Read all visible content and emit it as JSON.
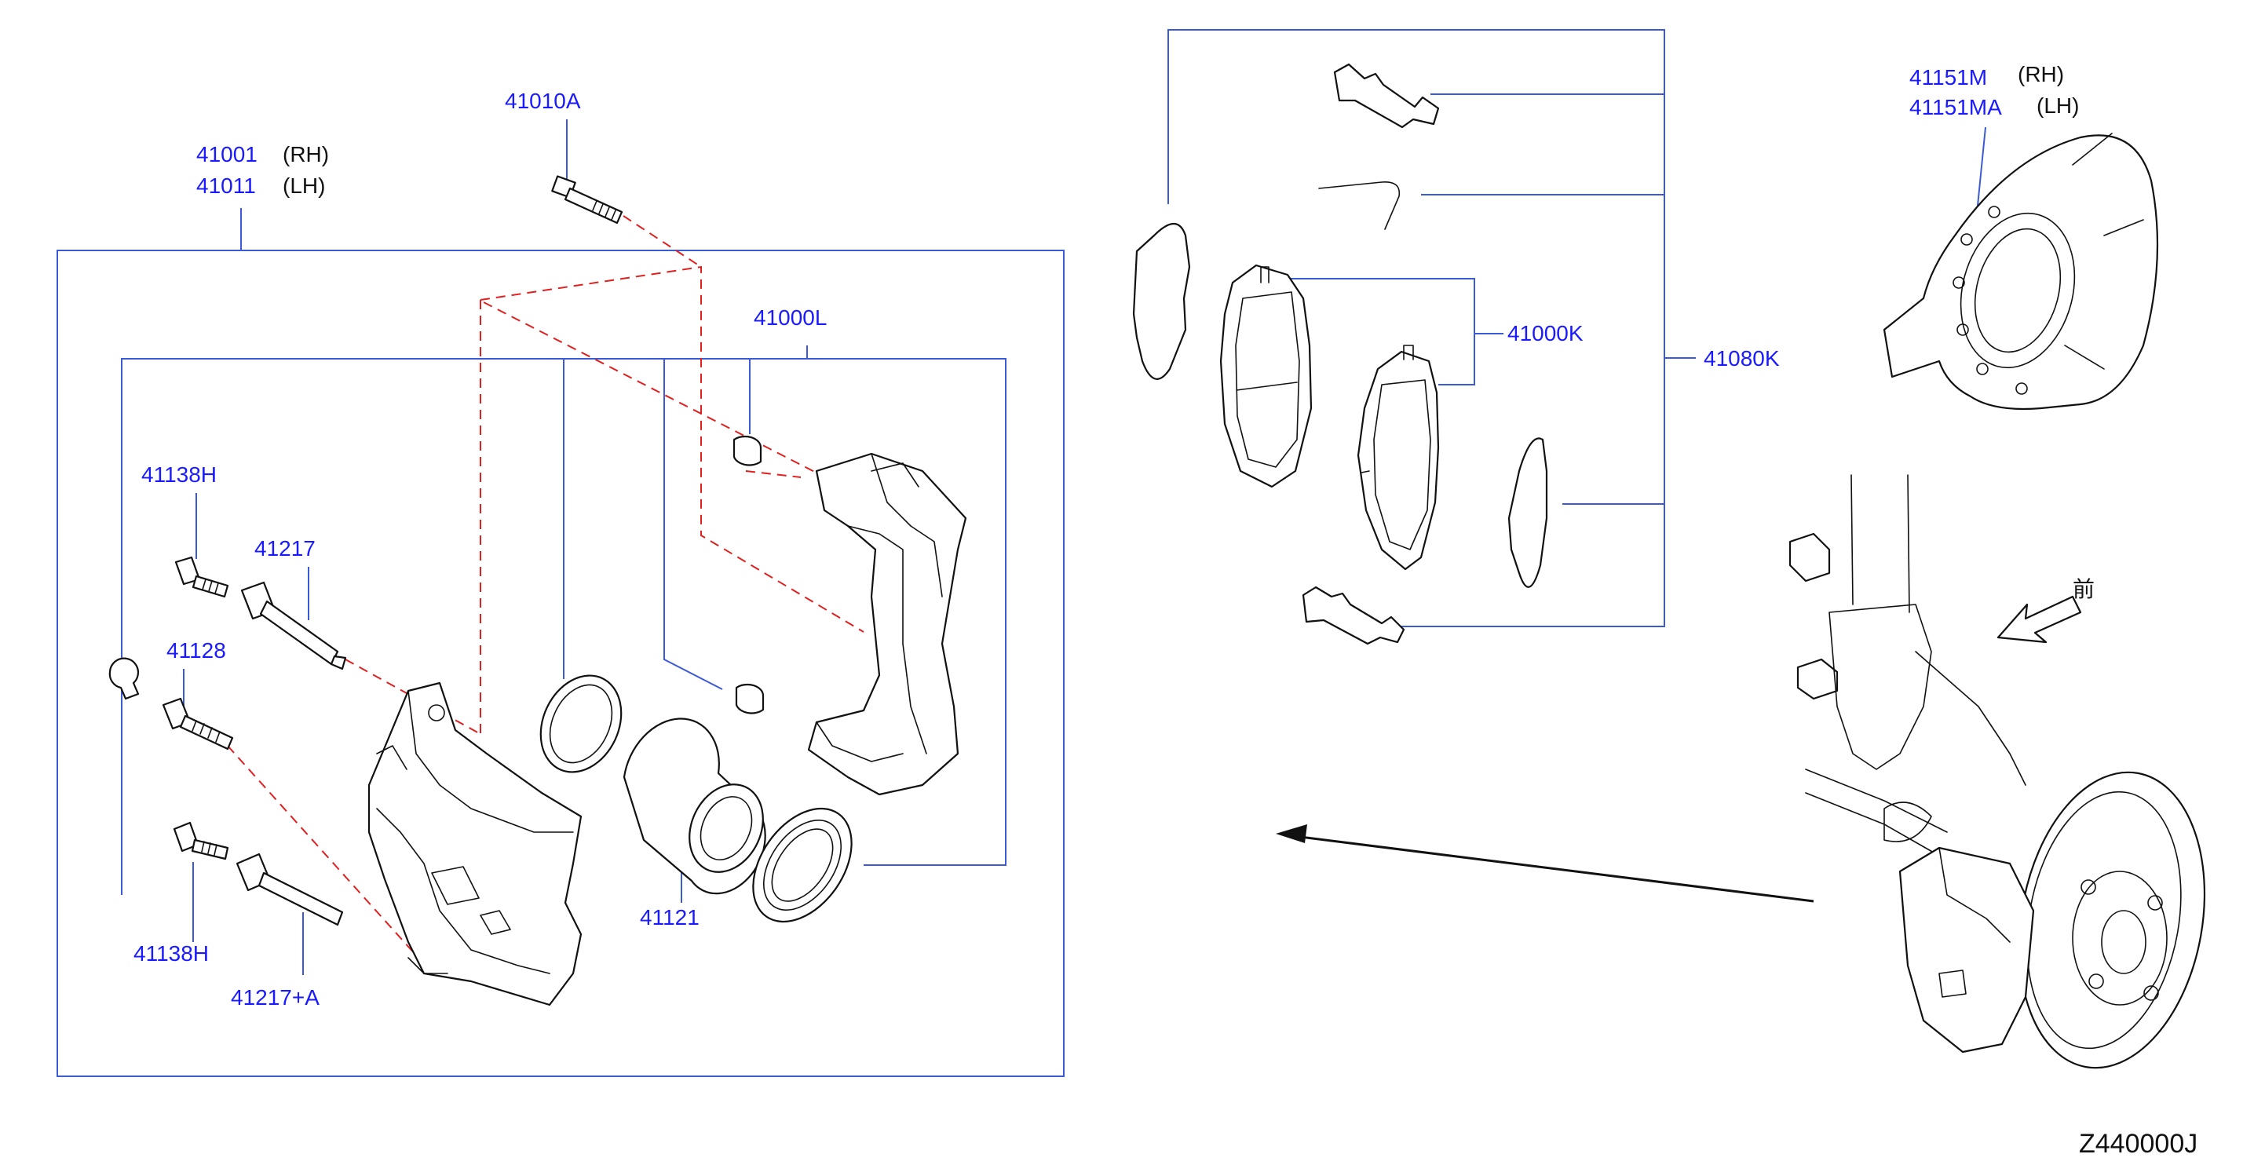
{
  "diagram_code": "Z440000J",
  "front_symbol": "前",
  "labels": {
    "l41001": "41001",
    "l41001_side": "(RH)",
    "l41011": "41011",
    "l41011_side": "(LH)",
    "l41010A": "41010A",
    "l41000L": "41000L",
    "l41138H_top": "41138H",
    "l41217": "41217",
    "l41128": "41128",
    "l41138H_bottom": "41138H",
    "l41217A": "41217+A",
    "l41121": "41121",
    "l41000K": "41000K",
    "l41080K": "41080K",
    "l41151M": "41151M",
    "l41151M_side": "(RH)",
    "l41151MA": "41151MA",
    "l41151MA_side": "(LH)"
  },
  "colors": {
    "label": "#1a1aff",
    "leader": "#3b5bd6",
    "dashed": "#e02020",
    "line": "#111111"
  }
}
